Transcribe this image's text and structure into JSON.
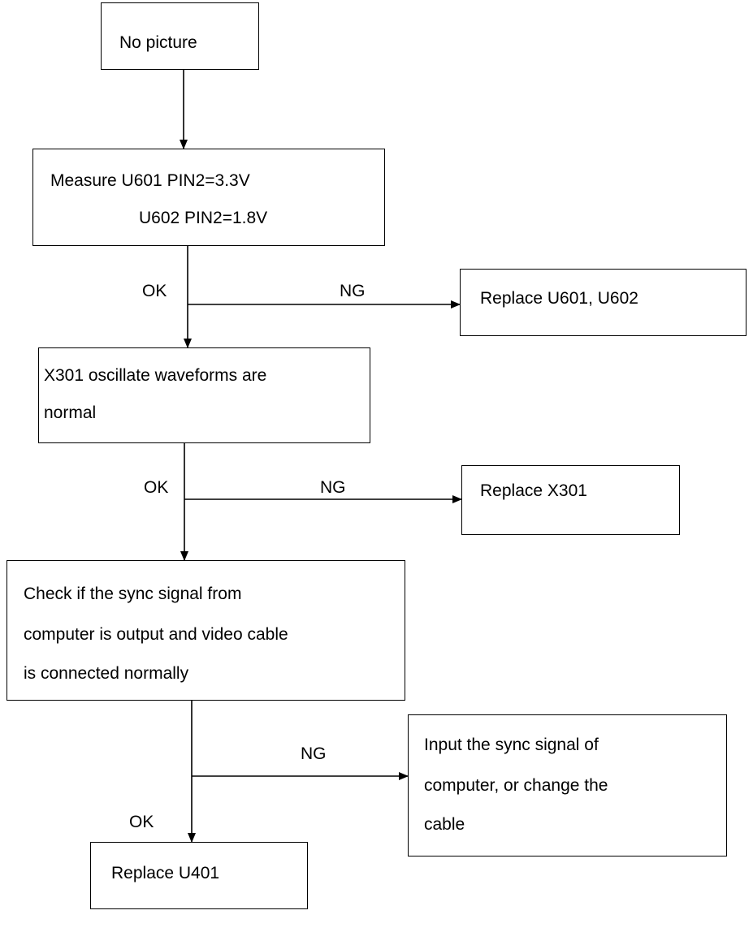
{
  "flowchart": {
    "nodes": {
      "start": {
        "text": "No picture"
      },
      "measure": {
        "line1": "Measure U601 PIN2=3.3V",
        "line2": "U602 PIN2=1.8V"
      },
      "replace_u601": {
        "text": "Replace U601, U602"
      },
      "oscillator": {
        "line1": "X301 oscillate waveforms are",
        "line2": "normal"
      },
      "replace_x301": {
        "text": "Replace X301"
      },
      "sync_check": {
        "line1": "Check if the sync signal from",
        "line2": "computer is output and video cable",
        "line3": "is connected normally"
      },
      "input_sync": {
        "line1": "Input the sync signal of",
        "line2": "computer, or change the",
        "line3": "cable"
      },
      "replace_u401": {
        "text": "Replace U401"
      }
    },
    "edge_labels": {
      "ok_1": "OK",
      "ng_1": "NG",
      "ok_2": "OK",
      "ng_2": "NG",
      "ok_3": "OK",
      "ng_3": "NG"
    }
  },
  "colors": {
    "line": "#000000",
    "background": "#ffffff"
  }
}
